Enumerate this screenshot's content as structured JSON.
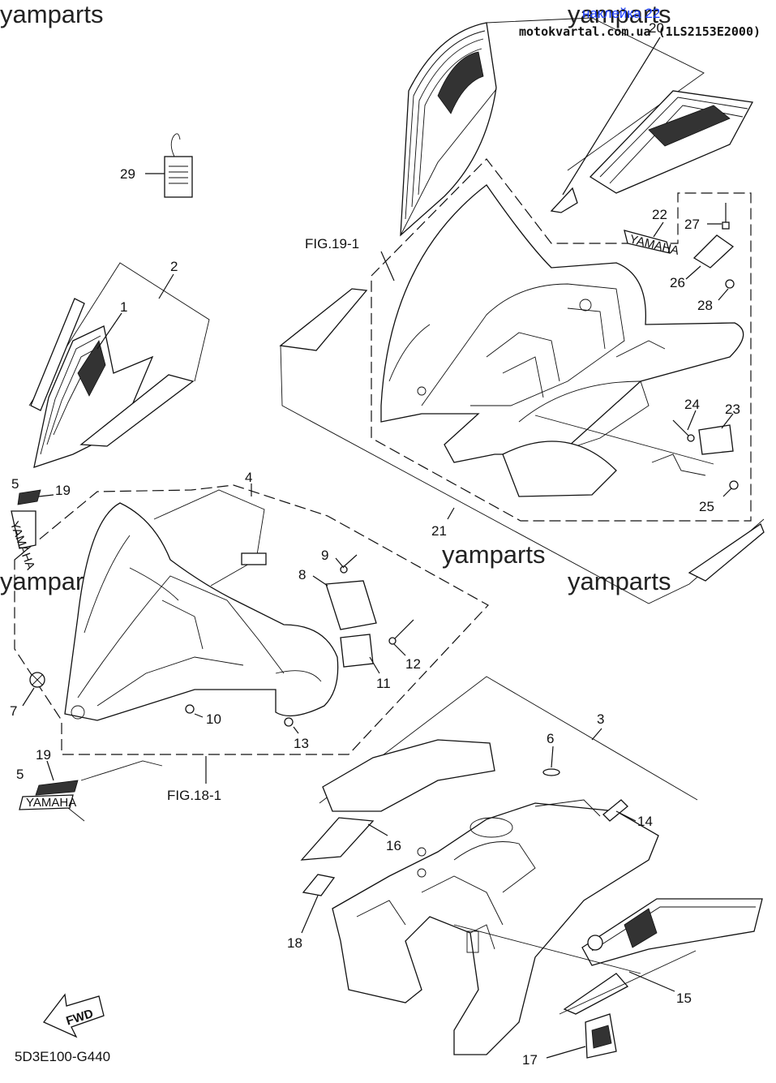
{
  "watermarks": [
    "yamparts",
    "yamparts",
    "yamparts",
    "yamparts",
    "yamparts"
  ],
  "header": {
    "link_text": "наклейка 22",
    "site_text": "motokvartal.com.ua (1LS2153E2000)"
  },
  "figure_refs": {
    "fig19": "FIG.19-1",
    "fig18": "FIG.18-1"
  },
  "diagram_code": "5D3E100-G440",
  "fwd_label": "FWD",
  "emblem_labels": {
    "yamaha": "YAMAHA"
  },
  "callouts": {
    "c1": "1",
    "c2": "2",
    "c3": "3",
    "c4": "4",
    "c5a": "5",
    "c5b": "5",
    "c6": "6",
    "c7": "7",
    "c8": "8",
    "c9": "9",
    "c10": "10",
    "c11": "11",
    "c12": "12",
    "c13": "13",
    "c14": "14",
    "c15": "15",
    "c16": "16",
    "c17": "17",
    "c18": "18",
    "c19a": "19",
    "c19b": "19",
    "c20": "20",
    "c21": "21",
    "c22": "22",
    "c23": "23",
    "c24": "24",
    "c25": "25",
    "c26": "26",
    "c27": "27",
    "c28": "28",
    "c29": "29"
  }
}
